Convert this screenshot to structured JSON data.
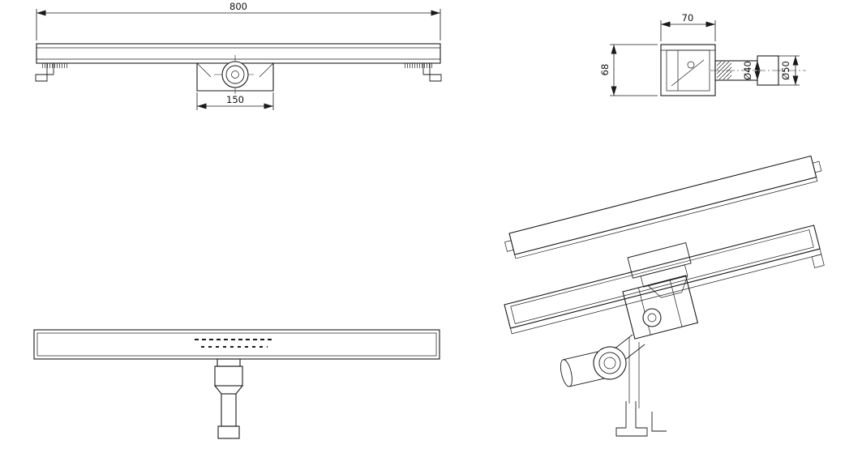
{
  "colors": {
    "background": "#ffffff",
    "line": "#1a1a1a"
  },
  "front_view": {
    "dim_overall_length": "800",
    "dim_outlet_width": "150"
  },
  "end_view": {
    "dim_width": "70",
    "dim_height": "68",
    "dim_pipe_diameter": "Ø40",
    "dim_sleeve_diameter": "Ø50"
  }
}
